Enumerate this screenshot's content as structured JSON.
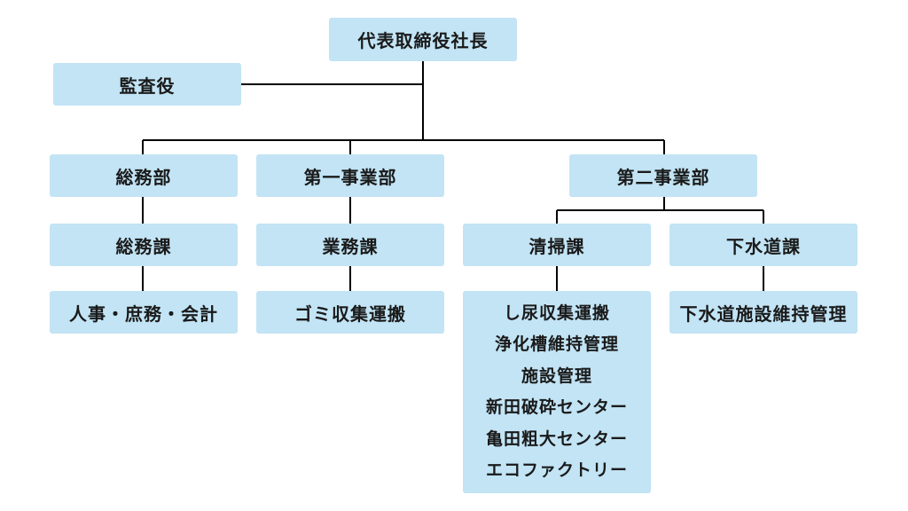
{
  "org_chart": {
    "ceo": "代表取締役社長",
    "auditor": "監査役",
    "departments": [
      {
        "name": "総務部",
        "section": "総務課",
        "duties": [
          "人事・庶務・会計"
        ]
      },
      {
        "name": "第一事業部",
        "section": "業務課",
        "duties": [
          "ゴミ収集運搬"
        ]
      },
      {
        "name": "第二事業部",
        "sections": [
          {
            "name": "清掃課",
            "duties": [
              "し尿収集運搬",
              "浄化槽維持管理",
              "施設管理",
              "新田破砕センター",
              "亀田粗大センター",
              "エコファクトリー"
            ]
          },
          {
            "name": "下水道課",
            "duties": [
              "下水道施設維持管理"
            ]
          }
        ]
      }
    ]
  },
  "colors": {
    "box_fill": "#c2e4f5",
    "line": "#000000",
    "text": "#1a1a1a"
  }
}
